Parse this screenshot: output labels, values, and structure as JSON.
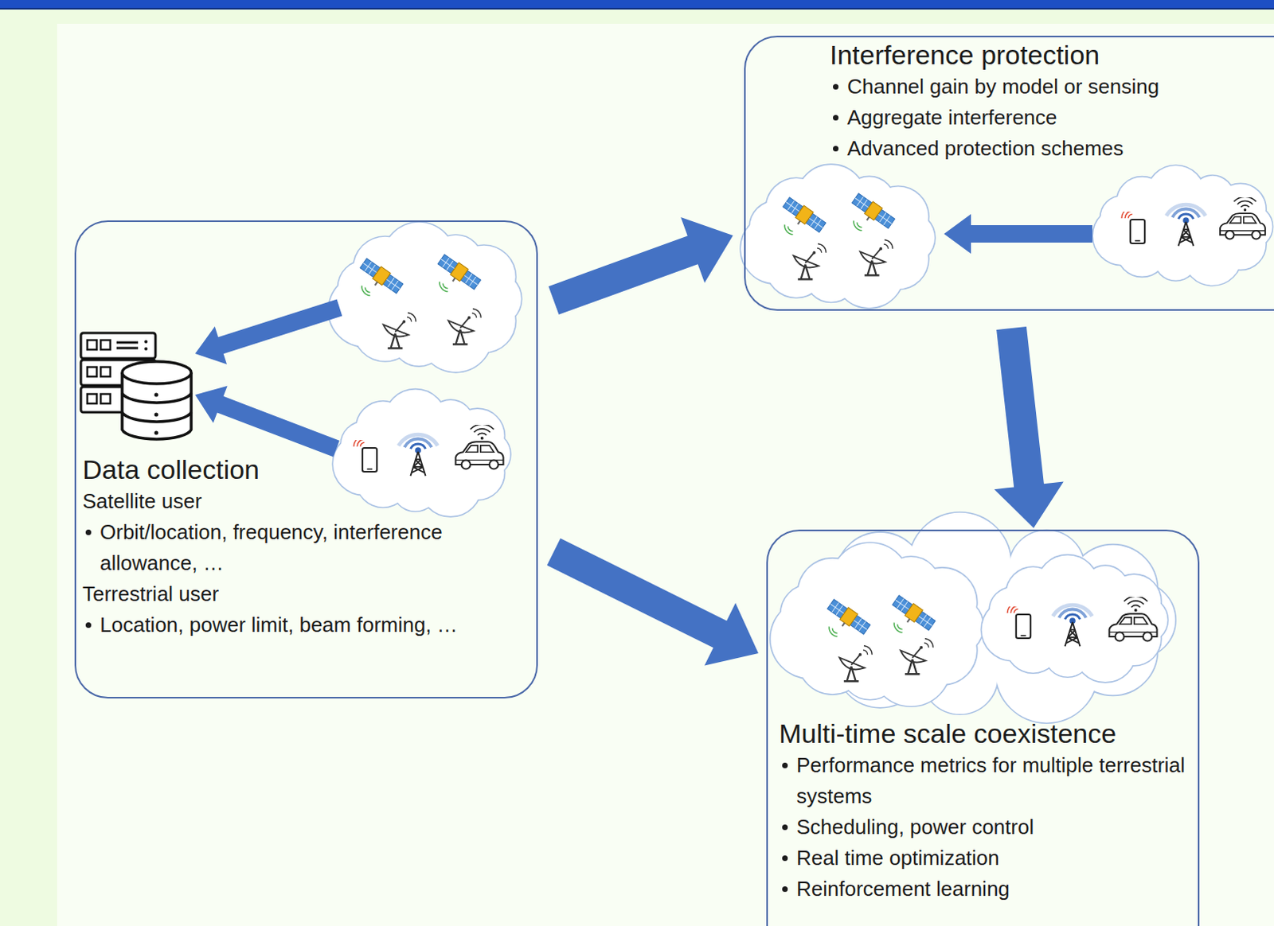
{
  "diagram": {
    "nodes": [
      {
        "text": [
          "Data collection",
          "Satellite user",
          "Orbit/location, frequency, interference allowance, …",
          "Terrestrial user",
          "Location, power limit, beam forming, …"
        ]
      },
      {
        "text": [
          "Interference protection",
          "Channel gain by model or sensing",
          "Aggregate interference",
          "Advanced protection schemes"
        ]
      },
      {
        "text": [
          "Multi-time scale coexistence",
          "Performance metrics for multiple terrestrial systems",
          "Scheduling, power control",
          "Real time optimization",
          "Reinforcement learning"
        ]
      }
    ],
    "edges": [
      {
        "from": 0,
        "to": 1,
        "arrow": "to"
      },
      {
        "from": 0,
        "to": 2,
        "arrow": "to"
      },
      {
        "from": 1,
        "to": 2,
        "arrow": "to"
      }
    ]
  }
}
